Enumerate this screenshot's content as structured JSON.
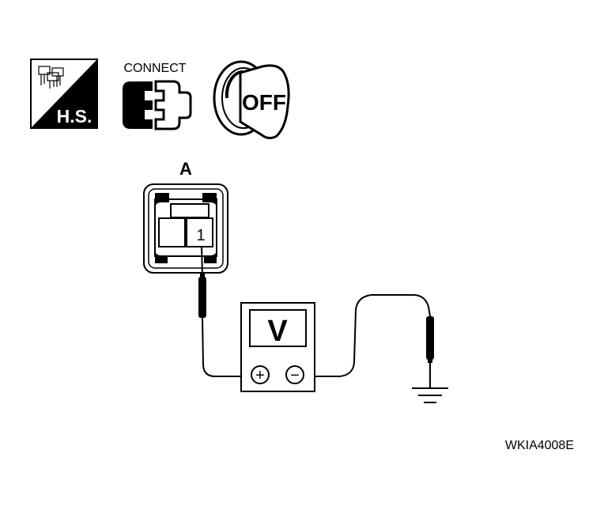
{
  "icons": {
    "harness_symbol": {
      "label": "H.S.",
      "icon": "harness-connector-icon"
    },
    "connect": {
      "label": "CONNECT",
      "icon": "connector-icon"
    },
    "ignition": {
      "label": "OFF",
      "icon": "ignition-switch-off-icon"
    }
  },
  "connector": {
    "label": "A",
    "terminal": "1"
  },
  "meter": {
    "display": "V",
    "positive": "+",
    "negative": "−"
  },
  "ground": {
    "icon": "ground-icon"
  },
  "figure_code": "WKIA4008E",
  "colors": {
    "ink": "#000000",
    "paper": "#ffffff"
  }
}
